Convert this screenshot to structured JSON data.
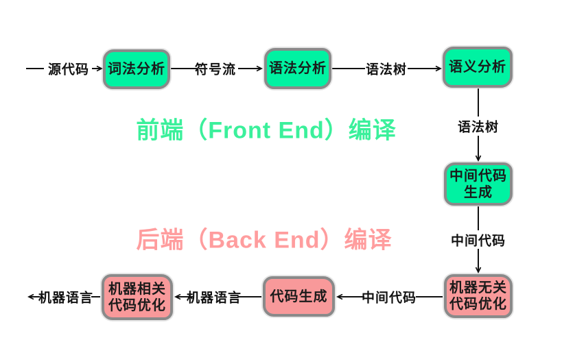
{
  "colors": {
    "node_green": "#00f2a2",
    "node_pink": "#f8999a",
    "border_gray": "#8a8a8a",
    "title_green": "#3bf09b",
    "title_pink": "#ff9d9e",
    "line_black": "#111111"
  },
  "titles": {
    "front_end": "前端（Front End）编译",
    "back_end": "后端（Back End）编译"
  },
  "nodes": {
    "lexical_analysis": "词法分析",
    "syntax_analysis": "语法分析",
    "semantic_analysis": "语义分析",
    "intermediate_code_generation": "中间代码\n生成",
    "machine_independent_optimization": "机器无关\n代码优化",
    "code_generation": "代码生成",
    "machine_dependent_optimization": "机器相关\n代码优化"
  },
  "edge_labels": {
    "source_code": "源代码",
    "token_stream": "符号流",
    "syntax_tree_top": "语法树",
    "syntax_tree_down": "语法树",
    "intermediate_code_down": "中间代码",
    "intermediate_code_bottom": "中间代码",
    "machine_language_mid": "机器语言",
    "machine_language_out": "机器语言"
  }
}
